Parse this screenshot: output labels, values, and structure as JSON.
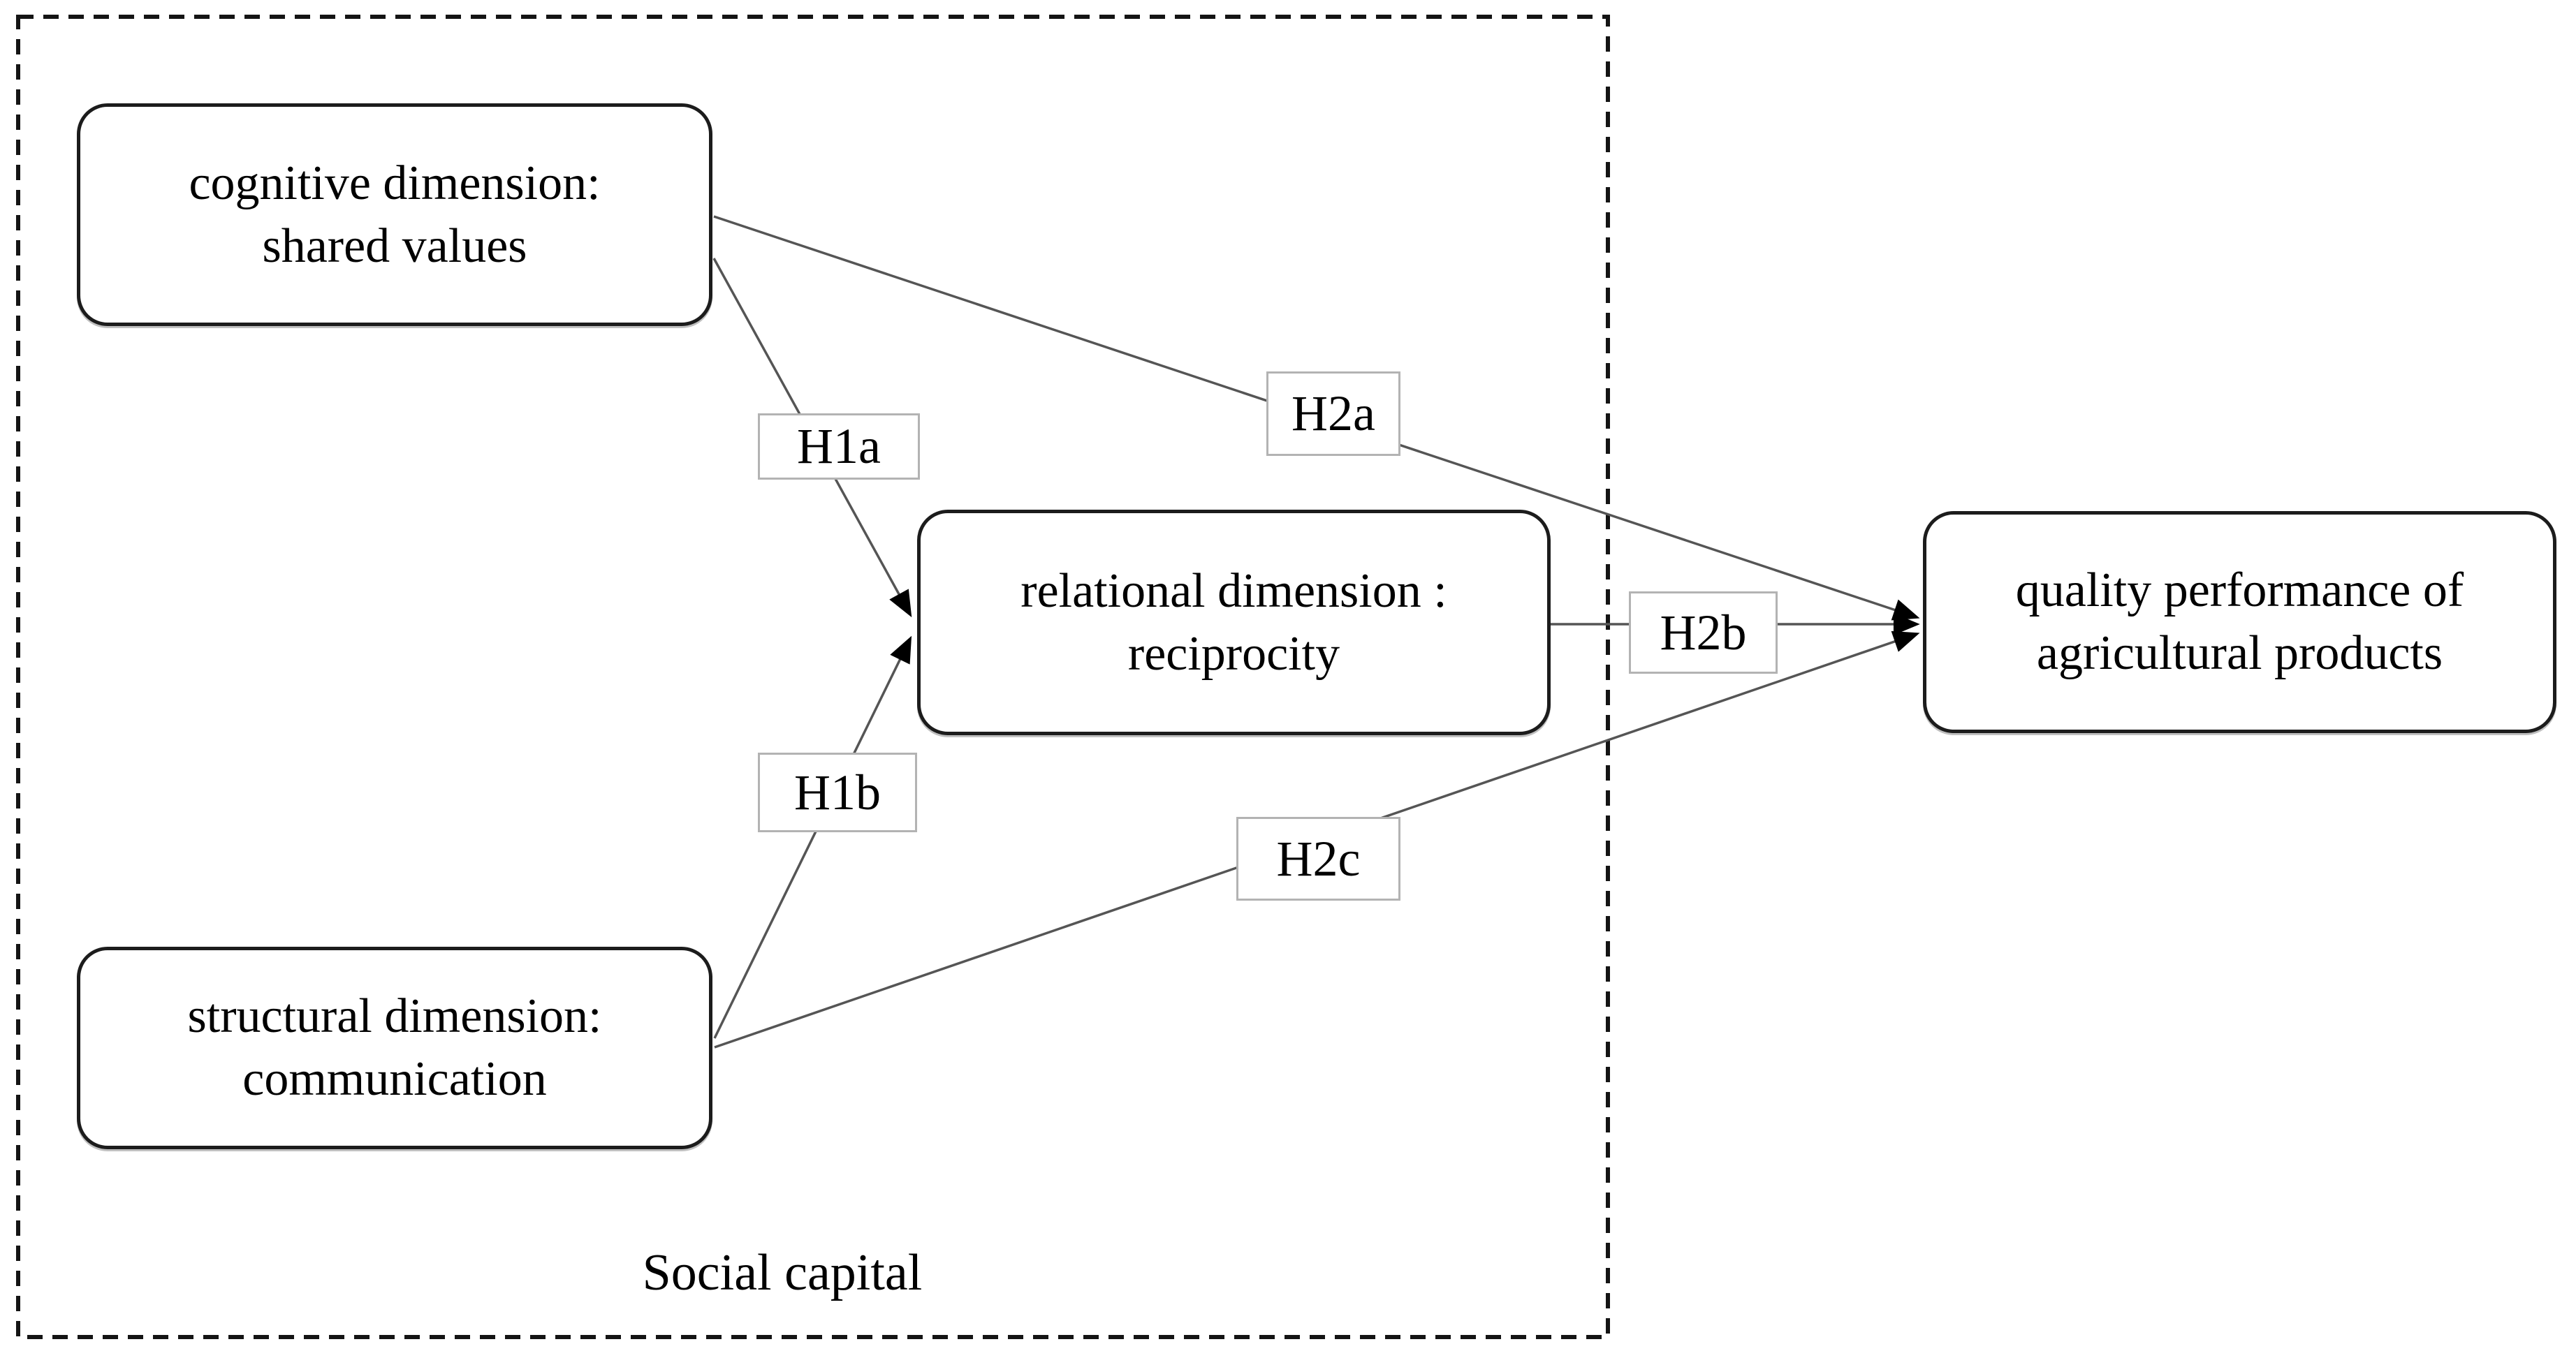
{
  "diagram": {
    "group_label": "Social capital",
    "nodes": {
      "cognitive": {
        "line1": "cognitive dimension:",
        "line2": "shared values"
      },
      "structural": {
        "line1": "structural dimension:",
        "line2": "communication"
      },
      "relational": {
        "line1": "relational dimension :",
        "line2": "reciprocity"
      },
      "quality": {
        "line1": "quality performance of",
        "line2": "agricultural products"
      }
    },
    "labels": {
      "h1a": "H1a",
      "h1b": "H1b",
      "h2a": "H2a",
      "h2b": "H2b",
      "h2c": "H2c"
    },
    "edges": [
      {
        "from": "cognitive dimension: shared values",
        "to": "relational dimension: reciprocity",
        "label": "H1a"
      },
      {
        "from": "structural dimension: communication",
        "to": "relational dimension: reciprocity",
        "label": "H1b"
      },
      {
        "from": "cognitive dimension: shared values",
        "to": "quality performance of agricultural products",
        "label": "H2a"
      },
      {
        "from": "relational dimension: reciprocity",
        "to": "quality performance of agricultural products",
        "label": "H2b"
      },
      {
        "from": "structural dimension: communication",
        "to": "quality performance of agricultural products",
        "label": "H2c"
      }
    ],
    "colors": {
      "background": "#ffffff",
      "box_border": "#1c1c1c",
      "arrow_line": "#555555",
      "arrowhead": "#000000",
      "label_border": "#b3b3b3",
      "dashed_border": "#141414",
      "text": "#000000"
    }
  }
}
